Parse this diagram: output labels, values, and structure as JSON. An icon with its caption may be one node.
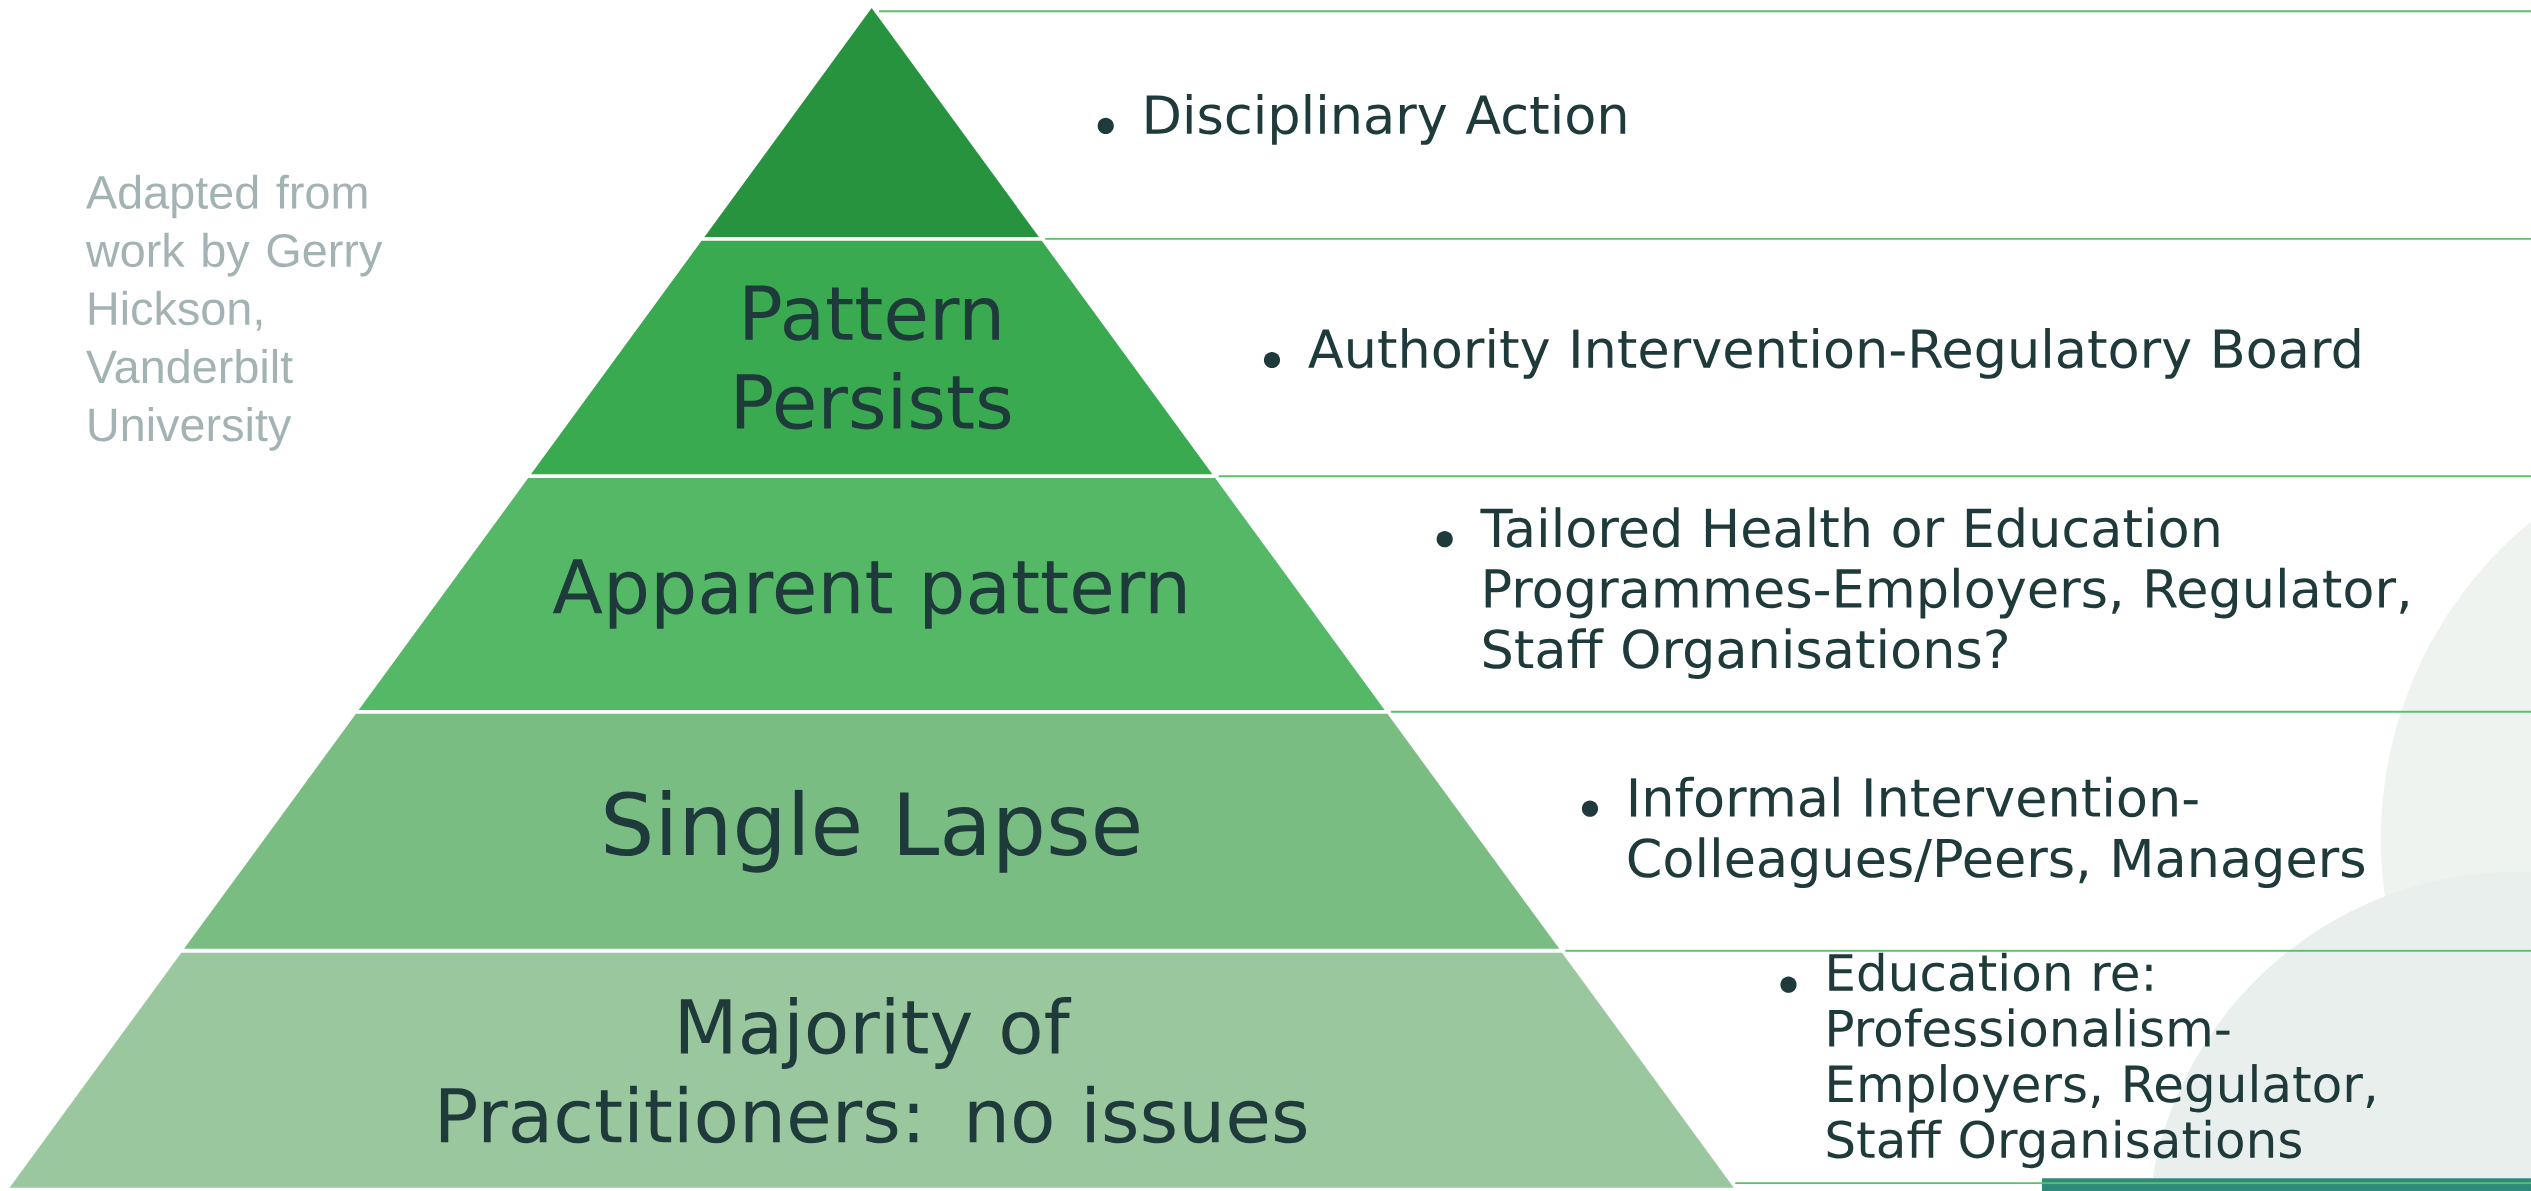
{
  "diagram": {
    "nodes": [
      {
        "text": [],
        "shape": "triangle"
      },
      {
        "text": [
          "Pattern Persists"
        ]
      },
      {
        "text": [
          "Apparent pattern"
        ]
      },
      {
        "text": [
          "Single Lapse"
        ]
      },
      {
        "text": [
          "Majority of Practitioners: no issues"
        ]
      },
      {
        "text": [
          "Disciplinary Action"
        ]
      },
      {
        "text": [
          "Authority Intervention-Regulatory Board"
        ]
      },
      {
        "text": [
          "Tailored Health or Education Programmes-Employers, Regulator, Staff Organisations?"
        ]
      },
      {
        "text": [
          "Informal Intervention-Colleagues/Peers, Managers"
        ]
      },
      {
        "text": [
          "Education re: Professionalism-Employers, Regulator, Staff Organisations"
        ]
      }
    ],
    "labels": [
      "Adapted from work by Gerry Hickson, Vanderbilt University"
    ]
  }
}
